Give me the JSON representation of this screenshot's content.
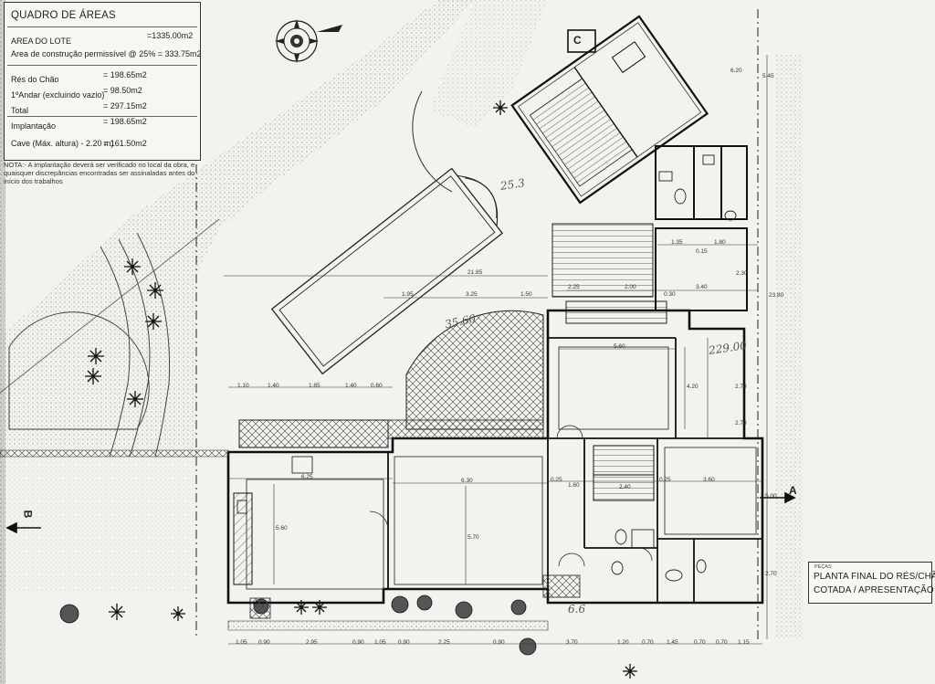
{
  "area_table": {
    "title": "QUADRO DE ÁREAS",
    "rows": [
      {
        "label": "AREA DO LOTE",
        "value": "=1335.00m2"
      },
      {
        "label": "Area de construção permissível @ 25% = 333.75m2",
        "value": ""
      },
      {
        "label": "Rés do Chão",
        "value": "= 198.65m2"
      },
      {
        "label": "1ºAndar (excluindo vazio)",
        "value": "= 98.50m2"
      },
      {
        "label": "Total",
        "value": "= 297.15m2"
      },
      {
        "label": "Implantação",
        "value": "= 198.65m2"
      },
      {
        "label": "Cave (Máx. altura) - 2.20 m)",
        "value": "= 161.50m2"
      }
    ]
  },
  "note": "NOTA:- A implantação deverá ser verificado no local da obra, e quaisquer discrepâncias encontradas ser assinaladas antes do início dos trabalhos",
  "sheet": {
    "label": "PEÇAS",
    "line1": "PLANTA FINAL DO RÉS/CHÃO",
    "line2": "COTADA / APRESENTAÇÃO"
  },
  "section_marks": {
    "a": "A",
    "b": "B",
    "c": "C"
  },
  "handwritten": [
    "25.3",
    "35.60",
    "229.00",
    "6.6"
  ],
  "dimensions": {
    "top": [
      "21.85",
      "1.95",
      "3.25",
      "1.50",
      "2.25",
      "2.00",
      "0.30",
      "3.40",
      "1.35",
      "1.80",
      "0.15",
      "2.30"
    ],
    "mid": [
      "1.10",
      "1.40",
      "1.85",
      "1.40",
      "0.60",
      "5.60",
      "4.20",
      "2.70"
    ],
    "rooms": [
      "6.25",
      "6.30",
      "5.60",
      "5.70",
      "0.25",
      "1.60",
      "2.40",
      "0.25",
      "3.60",
      "5.00",
      "2.70"
    ],
    "bottom": [
      "1.05",
      "0.90",
      "2.95",
      "0.90",
      "1.05",
      "0.90",
      "2.25",
      "0.90",
      "3.70",
      "1.20",
      "0.70",
      "1.45",
      "0.70",
      "0.70",
      "1.15"
    ],
    "right": [
      "23.80",
      "5.45",
      "6.20",
      "2.70"
    ]
  }
}
